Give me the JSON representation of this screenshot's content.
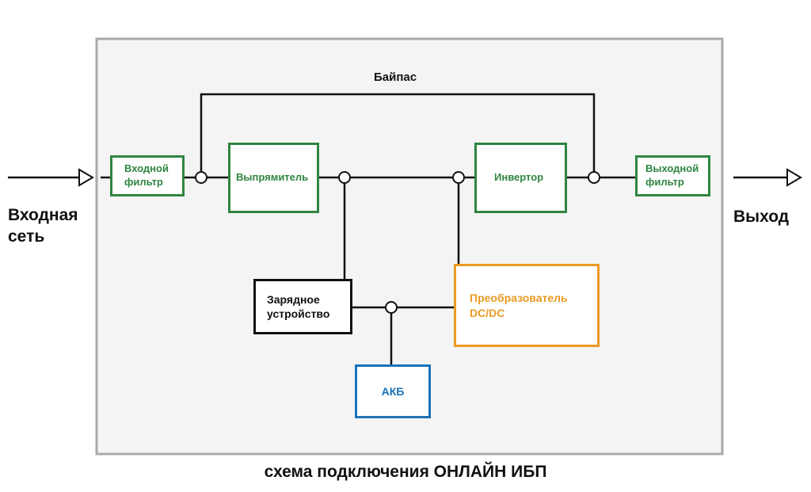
{
  "diagram": {
    "bypass_label": "Байпас",
    "input_label_line1": "Входная",
    "input_label_line2": "сеть",
    "output_label": "Выход",
    "caption": "схема подключения ОНЛАЙН ИБП",
    "blocks": {
      "input_filter_line1": "Входной",
      "input_filter_line2": "фильтр",
      "rectifier": "Выпрямитель",
      "inverter": "Инвертор",
      "output_filter_line1": "Выходной",
      "output_filter_line2": "фильтр",
      "charger_line1": "Зарядное",
      "charger_line2": "устройство",
      "converter_line1": "Преобразователь",
      "converter_line2": "DC/DC",
      "battery": "АКБ"
    },
    "colors": {
      "green": "#2e8540",
      "orange": "#eb9a23",
      "blue": "#1b73b8",
      "black": "#111111",
      "frame": "#aaaaaa",
      "frame_fill": "#f4f4f4"
    }
  }
}
